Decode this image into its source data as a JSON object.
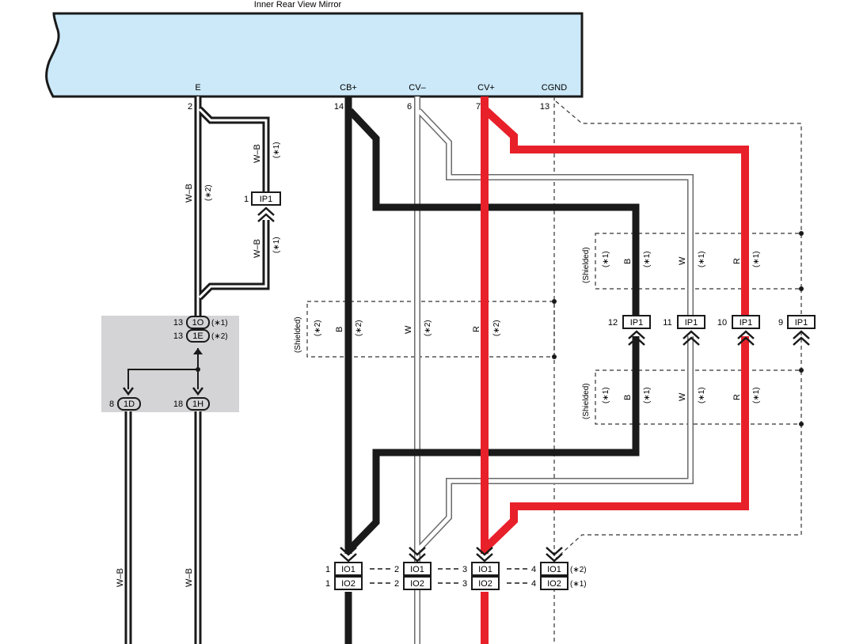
{
  "component": {
    "title": "Inner Rear View Mirror",
    "terminals": [
      {
        "name": "E",
        "pin": "2"
      },
      {
        "name": "CB+",
        "pin": "14"
      },
      {
        "name": "CV–",
        "pin": "6"
      },
      {
        "name": "CV+",
        "pin": "7"
      },
      {
        "name": "CGND",
        "pin": "13"
      }
    ]
  },
  "colors": {
    "panel": "#cce9f9",
    "red_wire": "#e8202a",
    "black_wire": "#1a1a1a",
    "white_wire": "#ffffff",
    "highlight_box": "#d4d4d6"
  },
  "wire_labels": {
    "wb": "W–B",
    "b": "B",
    "w": "W",
    "r": "R",
    "shielded": "(Shielded)",
    "note1": "(∗1)",
    "note2": "(∗2)"
  },
  "connectors": {
    "ip1_top": {
      "pin": "1",
      "label": "IP1"
    },
    "ip1_row": [
      {
        "pin": "12",
        "label": "IP1"
      },
      {
        "pin": "11",
        "label": "IP1"
      },
      {
        "pin": "10",
        "label": "IP1"
      },
      {
        "pin": "9",
        "label": "IP1"
      }
    ],
    "junction": [
      {
        "pin": "13",
        "label": "1O",
        "note": "(∗1)"
      },
      {
        "pin": "13",
        "label": "1E",
        "note": "(∗2)"
      },
      {
        "pin": "8",
        "label": "1D"
      },
      {
        "pin": "18",
        "label": "1H"
      }
    ],
    "io_row": [
      {
        "pin": "1",
        "top": "IO1",
        "bottom": "IO2"
      },
      {
        "pin": "2",
        "top": "IO1",
        "bottom": "IO2"
      },
      {
        "pin": "3",
        "top": "IO1",
        "bottom": "IO2"
      },
      {
        "pin": "4",
        "top": "IO1",
        "bottom": "IO2",
        "note_top": "(∗2)",
        "note_bottom": "(∗1)"
      }
    ]
  }
}
